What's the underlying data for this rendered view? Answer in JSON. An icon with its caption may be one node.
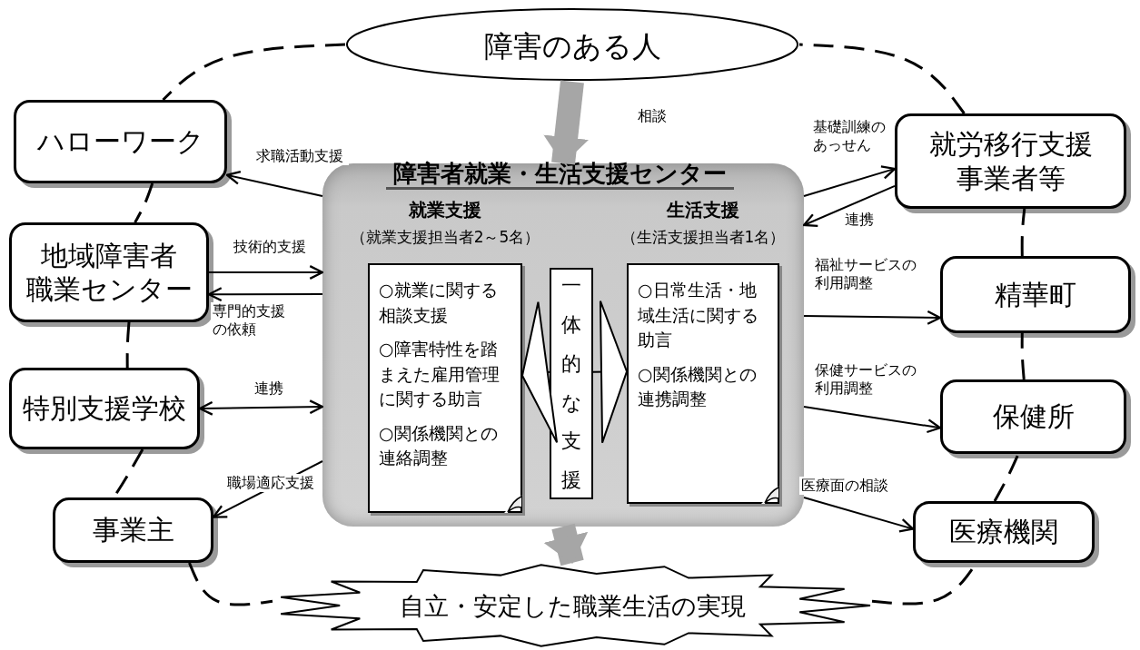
{
  "diagram": {
    "nodes": [
      {
        "text": [
          "障害のある人"
        ]
      },
      {
        "text": [
          "ハローワーク"
        ]
      },
      {
        "text": [
          "就労移行支援",
          "事業者等"
        ]
      },
      {
        "text": [
          "地域障害者",
          "職業センター"
        ]
      },
      {
        "text": [
          "精華町"
        ]
      },
      {
        "text": [
          "特別支援学校"
        ]
      },
      {
        "text": [
          "保健所"
        ]
      },
      {
        "text": [
          "事業主"
        ]
      },
      {
        "text": [
          "医療機関"
        ]
      },
      {
        "text": [
          "障害者就業・生活支援センター"
        ]
      },
      {
        "text": [
          "就業支援",
          "（就業支援担当者2～5名）",
          "○就業に関する相談支援",
          "○障害特性を踏まえた雇用管理に関する助言",
          "○関係機関との連絡調整"
        ],
        "in": 9
      },
      {
        "text": [
          "一体的な支援"
        ],
        "in": 9
      },
      {
        "text": [
          "生活支援",
          "（生活支援担当者1名）",
          "○日常生活・地域生活に関する助言",
          "○関係機関との連携調整"
        ],
        "in": 9
      },
      {
        "text": [
          "自立・安定した職業生活の実現"
        ]
      }
    ],
    "edges": [
      {
        "from": 0,
        "to": 1,
        "arrow": "none",
        "style": "dashed"
      },
      {
        "from": 1,
        "to": 3,
        "arrow": "none",
        "style": "dashed"
      },
      {
        "from": 3,
        "to": 5,
        "arrow": "none",
        "style": "dashed"
      },
      {
        "from": 5,
        "to": 7,
        "arrow": "none",
        "style": "dashed"
      },
      {
        "from": 7,
        "to": 13,
        "arrow": "none",
        "style": "dashed"
      },
      {
        "from": 13,
        "to": 8,
        "arrow": "none",
        "style": "dashed"
      },
      {
        "from": 8,
        "to": 6,
        "arrow": "none",
        "style": "dashed"
      },
      {
        "from": 6,
        "to": 4,
        "arrow": "none",
        "style": "dashed"
      },
      {
        "from": 4,
        "to": 2,
        "arrow": "none",
        "style": "dashed"
      },
      {
        "from": 2,
        "to": 0,
        "arrow": "none",
        "style": "dashed"
      },
      {
        "from": 0,
        "to": 9,
        "arrow": "to",
        "label": "相談",
        "style": "thick",
        "color": "#a6a6a6"
      },
      {
        "from": 9,
        "to": 13,
        "arrow": "to",
        "style": "thick",
        "color": "#a6a6a6"
      },
      {
        "from": 9,
        "to": 1,
        "arrow": "to",
        "label": "求職活動支援"
      },
      {
        "from": 3,
        "to": 9,
        "arrow": "to",
        "label": "技術的支援"
      },
      {
        "from": 9,
        "to": 3,
        "arrow": "to",
        "label": "専門的支援の依頼"
      },
      {
        "from": 5,
        "to": 9,
        "arrow": "both",
        "label": "連携"
      },
      {
        "from": 9,
        "to": 7,
        "arrow": "to",
        "label": "職場適応支援"
      },
      {
        "from": 9,
        "to": 2,
        "arrow": "to",
        "label": "基礎訓練のあっせん"
      },
      {
        "from": 2,
        "to": 9,
        "arrow": "to",
        "label": "連携"
      },
      {
        "from": 9,
        "to": 4,
        "arrow": "to",
        "label": "福祉サービスの利用調整"
      },
      {
        "from": 9,
        "to": 6,
        "arrow": "to",
        "label": "保健サービスの利用調整"
      },
      {
        "from": 9,
        "to": 8,
        "arrow": "to",
        "label": "医療面の相談"
      },
      {
        "from": 11,
        "to": 10,
        "arrow": "to"
      },
      {
        "from": 11,
        "to": 12,
        "arrow": "to"
      }
    ]
  }
}
